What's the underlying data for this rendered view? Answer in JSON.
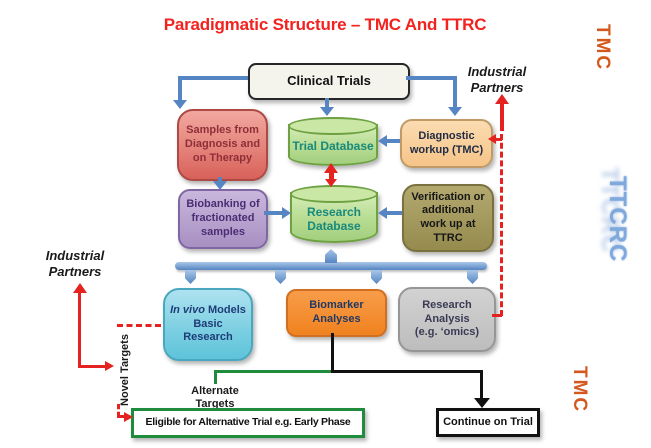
{
  "title": "Paradigmatic Structure – TMC And TTRC",
  "side_labels": {
    "tmc_top": "TMC",
    "ttcrc_watermark": "TTCRC",
    "tmc_bottom": "TMC",
    "industrial_partners_top_right": "Industrial\nPartners",
    "industrial_partners_left": "Industrial\nPartners",
    "novel_targets": "Novel Targets",
    "alternate_targets": "Alternate\nTargets"
  },
  "nodes": {
    "clinical_trials": {
      "label": "Clinical Trials"
    },
    "samples": {
      "label": "Samples from\nDiagnosis and\non Therapy"
    },
    "trial_database": {
      "label": "Trial Database"
    },
    "diagnostic_workup": {
      "label": "Diagnostic\nworkup (TMC)"
    },
    "biobanking": {
      "label": "Biobanking of\nfractionated\nsamples"
    },
    "research_database": {
      "label": "Research\nDatabase"
    },
    "verification": {
      "label": "Verification or\nadditional\nwork up at\nTTRC"
    },
    "in_vivo": {
      "line1_italic": "In vivo",
      "line1_rest": " Models",
      "line2": "Basic",
      "line3": "Research"
    },
    "biomarker": {
      "label": "Biomarker\nAnalyses"
    },
    "research_analysis": {
      "label": "Research\nAnalysis\n(e.g. ‘omics)"
    },
    "eligible": {
      "label": "Eligible for Alternative Trial e.g. Early Phase"
    },
    "continue_trial": {
      "label": "Continue on Trial"
    }
  },
  "colors": {
    "title_red": "#f2221f",
    "arrow_blue": "#5585c2",
    "arrow_red": "#e42320",
    "outcome_green": "#1e8c3c",
    "side_orange": "#d4581e",
    "watermark_blue": "#7fa9dc",
    "samples_fill": "#e4837b",
    "diagnostic_fill": "#f8d0a0",
    "biobanking_fill": "#b8a2cf",
    "verification_fill": "#a49a5e",
    "database_fill": "#b7dc92",
    "invivo_fill": "#7ed0e2",
    "biomarker_fill": "#f48a2e",
    "research_analysis_fill": "#c6c6c6"
  }
}
